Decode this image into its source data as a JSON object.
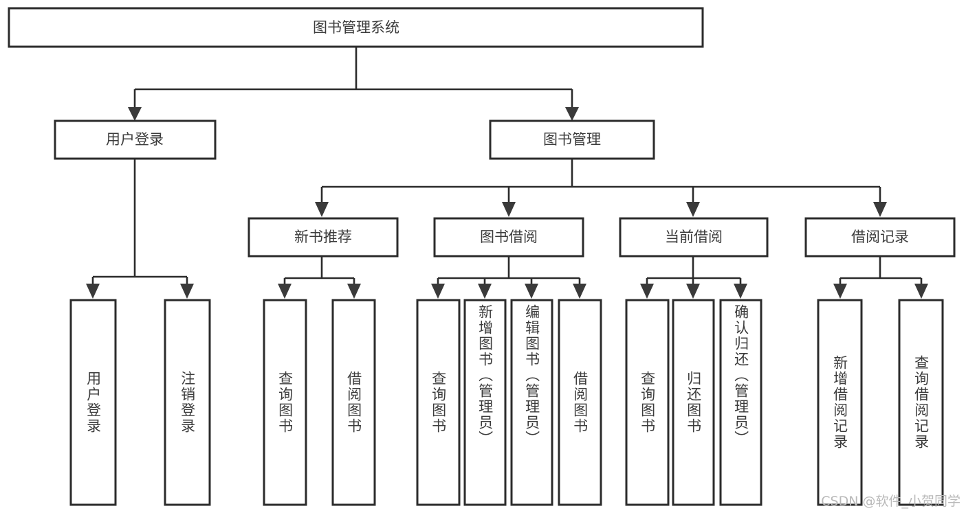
{
  "diagram": {
    "type": "tree-hierarchy-chart",
    "title": "图书管理系统",
    "watermark": "CSDN @软件_小贺同学",
    "colors": {
      "box_fill": "#ffffff",
      "box_stroke": "#2b2b2b",
      "connector": "#2b2b2b",
      "text": "#3c3c3c",
      "watermark": "#b9b9b9",
      "background": "#ffffff"
    },
    "levels": {
      "root": [
        "图书管理系统"
      ],
      "level1": [
        "用户登录",
        "图书管理"
      ],
      "level2": [
        "新书推荐",
        "图书借阅",
        "当前借阅",
        "借阅记录"
      ],
      "level3": [
        "用户登录",
        "注销登录",
        "查询图书",
        "借阅图书",
        "查询图书",
        "新增图书（管理员）",
        "编辑图书（管理员）",
        "借阅图书",
        "查询图书",
        "归还图书",
        "确认归还（管理员）",
        "新增借阅记录",
        "查询借阅记录"
      ]
    },
    "nodes": {
      "root": {
        "label": "图书管理系统"
      },
      "user_login": {
        "label": "用户登录"
      },
      "book_manage": {
        "label": "图书管理"
      },
      "new_book_rec": {
        "label": "新书推荐"
      },
      "book_borrow": {
        "label": "图书借阅"
      },
      "current_borrow": {
        "label": "当前借阅"
      },
      "borrow_record": {
        "label": "借阅记录"
      },
      "leaf_user_login": {
        "label": "用户登录"
      },
      "leaf_logout": {
        "label": "注销登录"
      },
      "leaf_query_book_a": {
        "label": "查询图书"
      },
      "leaf_borrow_book_a": {
        "label": "借阅图书"
      },
      "leaf_query_book_b": {
        "label": "查询图书"
      },
      "leaf_add_book": {
        "label": "新增图书（管理员）"
      },
      "leaf_edit_book": {
        "label": "编辑图书（管理员）"
      },
      "leaf_borrow_book_b": {
        "label": "借阅图书"
      },
      "leaf_query_book_c": {
        "label": "查询图书"
      },
      "leaf_return_book": {
        "label": "归还图书"
      },
      "leaf_confirm_return": {
        "label": "确认归还（管理员）"
      },
      "leaf_add_record": {
        "label": "新增借阅记录"
      },
      "leaf_query_record": {
        "label": "查询借阅记录"
      }
    },
    "edges": [
      {
        "from": "root",
        "to": "user_login"
      },
      {
        "from": "root",
        "to": "book_manage"
      },
      {
        "from": "user_login",
        "to": "leaf_user_login"
      },
      {
        "from": "user_login",
        "to": "leaf_logout"
      },
      {
        "from": "book_manage",
        "to": "new_book_rec"
      },
      {
        "from": "book_manage",
        "to": "book_borrow"
      },
      {
        "from": "book_manage",
        "to": "current_borrow"
      },
      {
        "from": "book_manage",
        "to": "borrow_record"
      },
      {
        "from": "new_book_rec",
        "to": "leaf_query_book_a"
      },
      {
        "from": "new_book_rec",
        "to": "leaf_borrow_book_a"
      },
      {
        "from": "book_borrow",
        "to": "leaf_query_book_b"
      },
      {
        "from": "book_borrow",
        "to": "leaf_add_book"
      },
      {
        "from": "book_borrow",
        "to": "leaf_edit_book"
      },
      {
        "from": "book_borrow",
        "to": "leaf_borrow_book_b"
      },
      {
        "from": "current_borrow",
        "to": "leaf_query_book_c"
      },
      {
        "from": "current_borrow",
        "to": "leaf_return_book"
      },
      {
        "from": "current_borrow",
        "to": "leaf_confirm_return"
      },
      {
        "from": "borrow_record",
        "to": "leaf_add_record"
      },
      {
        "from": "borrow_record",
        "to": "leaf_query_record"
      }
    ]
  }
}
